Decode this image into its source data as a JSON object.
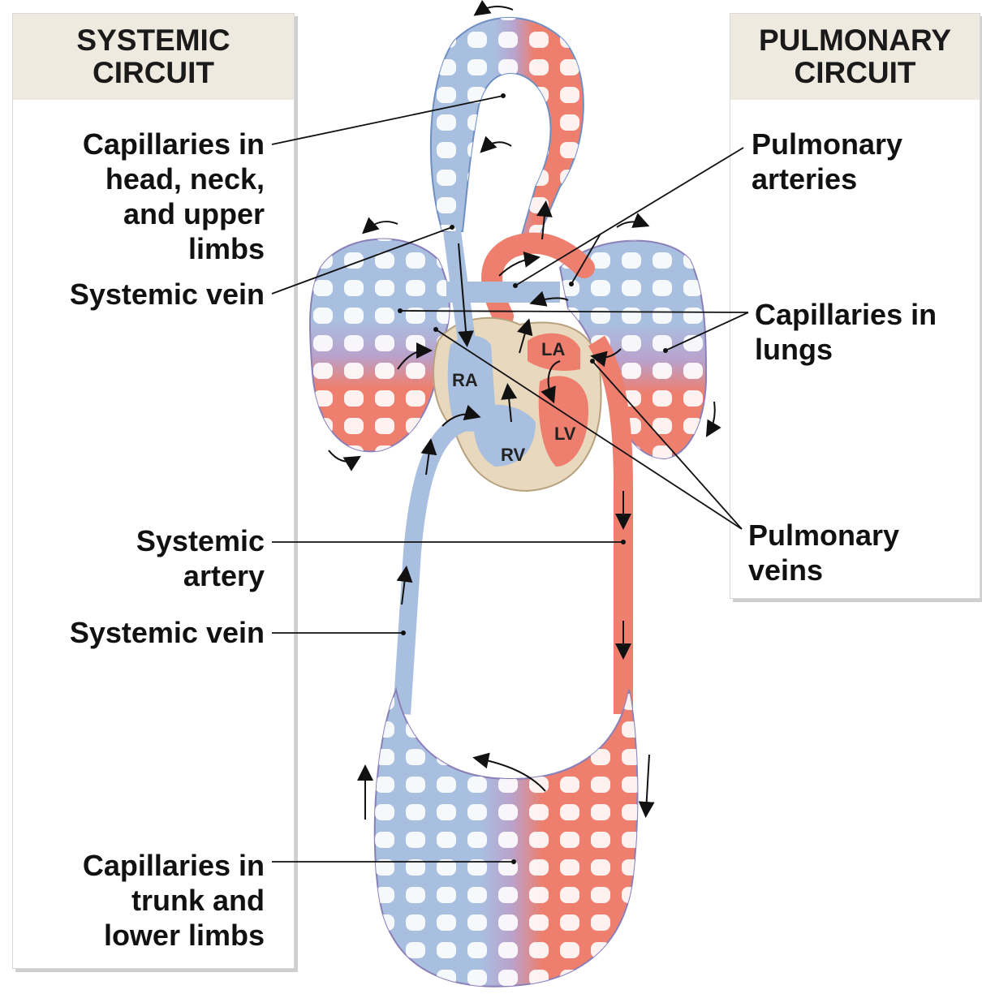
{
  "systemic": {
    "title_line1": "SYSTEMIC",
    "title_line2": "CIRCUIT"
  },
  "pulmonary": {
    "title_line1": "PULMONARY",
    "title_line2": "CIRCUIT"
  },
  "labels_left": {
    "cap_head_1": "Capillaries in",
    "cap_head_2": "head, neck,",
    "cap_head_3": "and upper",
    "cap_head_4": "limbs",
    "sys_vein_top": "Systemic vein",
    "sys_artery_1": "Systemic",
    "sys_artery_2": "artery",
    "sys_vein_bottom": "Systemic vein",
    "cap_trunk_1": "Capillaries in",
    "cap_trunk_2": "trunk and",
    "cap_trunk_3": "lower limbs"
  },
  "labels_right": {
    "pulm_arteries_1": "Pulmonary",
    "pulm_arteries_2": "arteries",
    "cap_lungs_1": "Capillaries in",
    "cap_lungs_2": "lungs",
    "pulm_veins_1": "Pulmonary",
    "pulm_veins_2": "veins"
  },
  "chambers": {
    "ra": "RA",
    "rv": "RV",
    "la": "LA",
    "lv": "LV"
  },
  "colors": {
    "oxygen_poor": "#a9bfe0",
    "oxygen_rich": "#ee7f6e",
    "mixed": "#b9a2cc",
    "heart_tissue": "#e8d8bd",
    "header_bg": "#efeadf"
  }
}
